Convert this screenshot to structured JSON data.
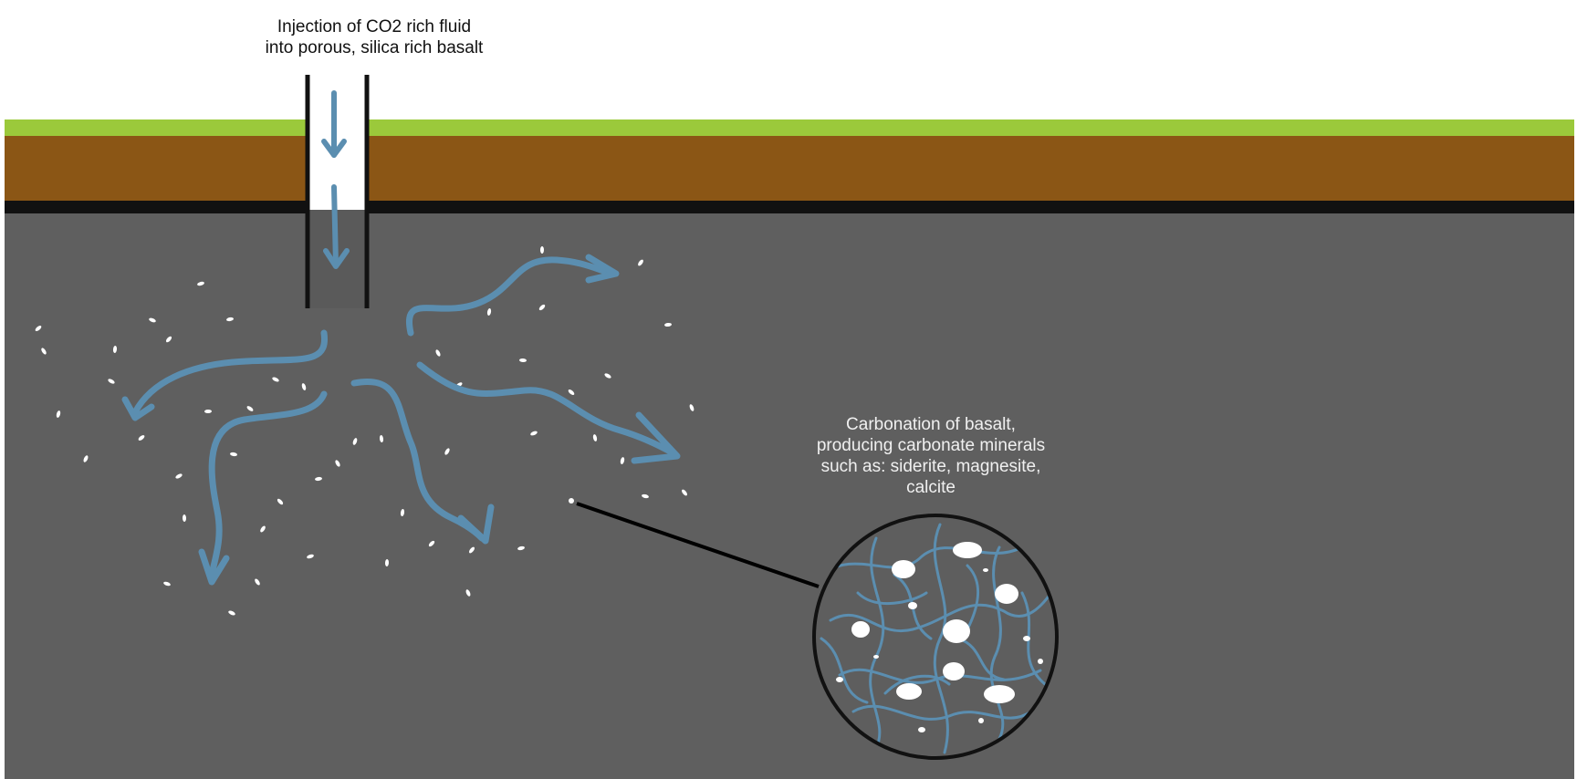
{
  "diagram": {
    "injection_label": {
      "lines": [
        "Injection of CO2 rich fluid",
        "into porous, silica rich basalt"
      ]
    },
    "carbonation_label": {
      "lines": [
        "Carbonation of basalt,",
        "producing carbonate minerals",
        "such as: siderite, magnesite,",
        "calcite"
      ]
    },
    "colors": {
      "grass": "#9bc93b",
      "soil": "#8b5615",
      "soil_base": "#111111",
      "basalt": "#5f5f5f",
      "fluid_arrows": "#5b8eb0",
      "minerals": "#ffffff",
      "well_casing": "#111111"
    },
    "icons": [
      "down-arrow-icon",
      "flow-arrow-icon",
      "mineral-grain-icon",
      "magnifier-circle-icon"
    ]
  }
}
